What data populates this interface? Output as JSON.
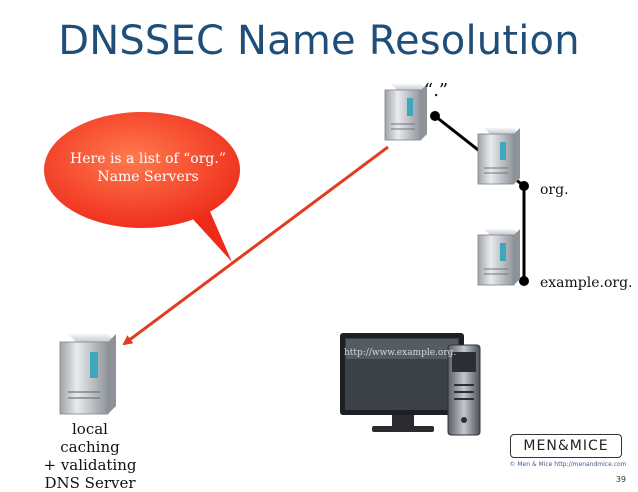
{
  "title": "DNSSEC Name Resolution",
  "servers": {
    "root_label": "“.”",
    "org_label": "org.",
    "example_label": "example.org."
  },
  "bubble": {
    "line1": "Here is a list of “org.”",
    "line2": "Name Servers"
  },
  "local_server": {
    "line1": "local caching",
    "line2": "+ validating",
    "line3": "DNS Server"
  },
  "monitor": {
    "url": "http://www.example.org."
  },
  "logo": {
    "text": "MEN&MICE",
    "copyright": "© Men & Mice  http://menandmice.com"
  },
  "page_number": "39",
  "colors": {
    "title": "#1f4e79",
    "arrow": "#e23b20",
    "bubble": "#ff4b2b"
  }
}
